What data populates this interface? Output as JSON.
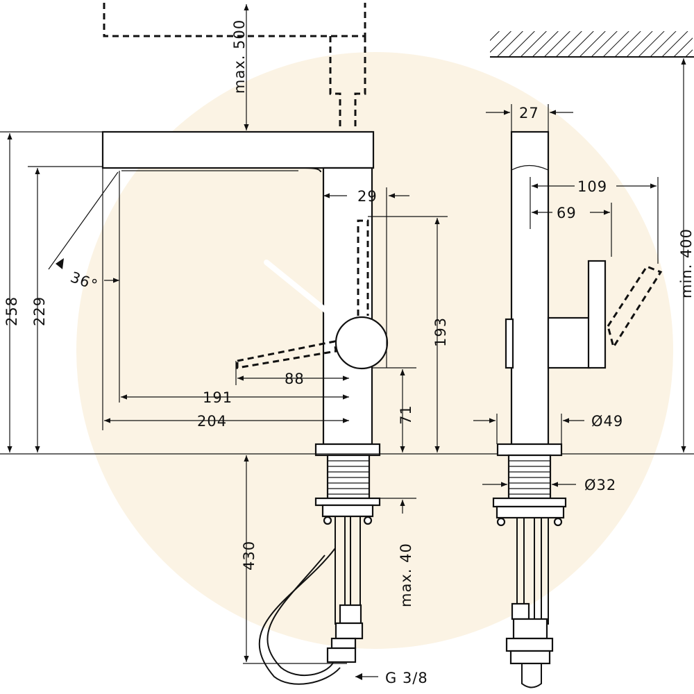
{
  "drawing": {
    "front_view": {
      "dim_max_500": "max. 500",
      "dim_258": "258",
      "dim_229": "229",
      "dim_angle": "36°",
      "dim_29": "29",
      "dim_193": "193",
      "dim_88": "88",
      "dim_191": "191",
      "dim_204": "204",
      "dim_71": "71",
      "dim_430": "430",
      "dim_max_40": "max. 40",
      "dim_thread": "G 3/8"
    },
    "side_view": {
      "dim_27": "27",
      "dim_109": "109",
      "dim_69": "69",
      "dim_min_400": "min. 400",
      "dim_dia_49": "Ø49",
      "dim_dia_32": "Ø32"
    },
    "colors": {
      "line": "#111111",
      "watermark": "#fbf3e4"
    }
  }
}
